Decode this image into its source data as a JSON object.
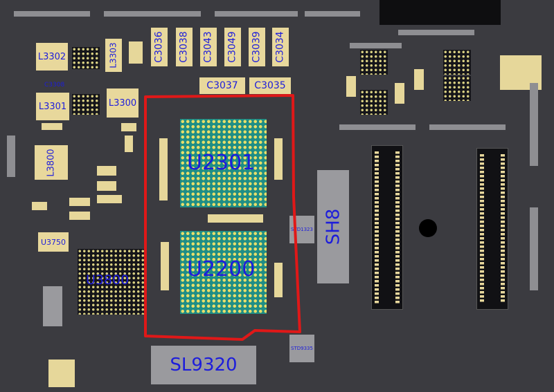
{
  "board": {
    "chips": {
      "u2301": "U2301",
      "u2200": "U2200",
      "u3800": "U3800"
    },
    "shields": {
      "sh8": "SH8",
      "sl9320": "SL9320"
    },
    "inductors": {
      "l3302": "L3302",
      "l3303": "L3303",
      "l3301": "L3301",
      "l3300": "L3300",
      "l3800": "L3800"
    },
    "capacitors_top": [
      "C3036",
      "C3038",
      "C3043",
      "C3049",
      "C3039",
      "C3034"
    ],
    "capacitors_mid": [
      "C3037",
      "C3035"
    ],
    "small_labels": {
      "c3308": "C3308",
      "u3750": "U3750",
      "std1323": "STD1323",
      "std9335": "STD9335"
    }
  },
  "colors": {
    "board": "#3b3b40",
    "pad": "#e6d79a",
    "label": "#1d1ddb",
    "bga": "#1f8e86",
    "outline": "#e01818"
  }
}
